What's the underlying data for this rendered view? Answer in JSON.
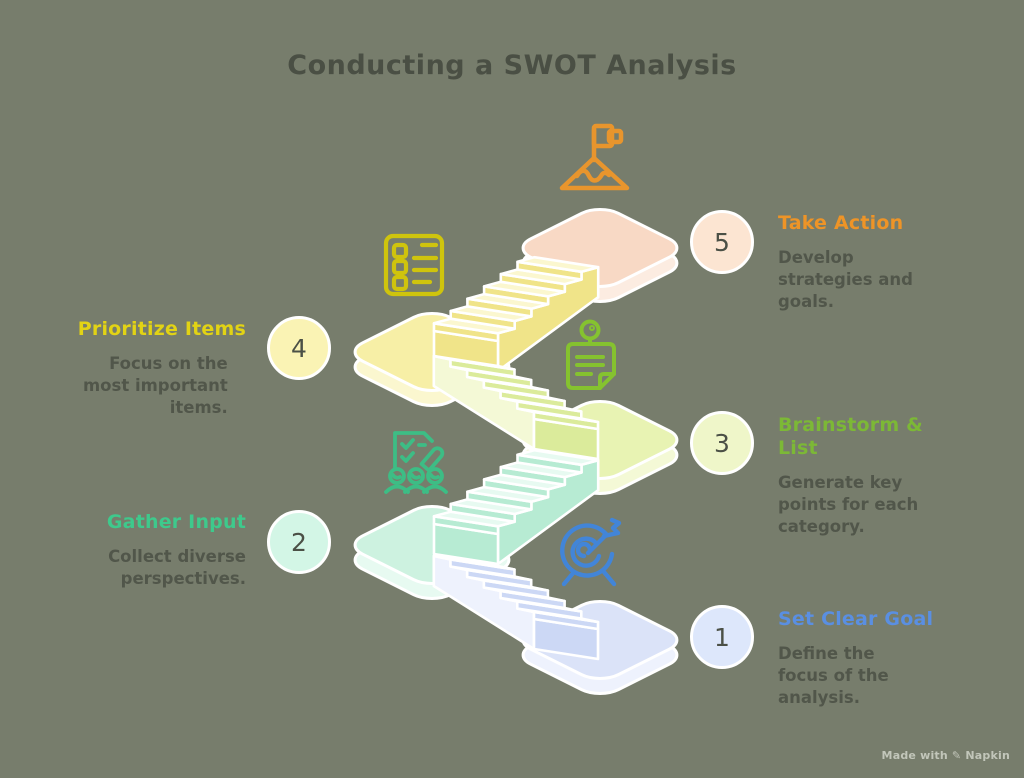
{
  "title": "Conducting a SWOT Analysis",
  "title_color": "#4a4f44",
  "text_color": "#51564a",
  "background": "#777d6c",
  "outline_color": "#ffffff",
  "watermark": "Made with ✎ Napkin",
  "steps": [
    {
      "number": "1",
      "heading": "Set Clear Goal",
      "description": "Define the focus of the analysis.",
      "accent": "#5a8fe2",
      "icon": "target-icon",
      "icon_color": "#4285d8",
      "circle_fill": "#dde7fb",
      "platform": {
        "top": "#dbe3f8",
        "light": "#eef2fd",
        "deep": "#ccd8f5"
      }
    },
    {
      "number": "2",
      "heading": "Gather Input",
      "description": "Collect diverse perspectives.",
      "accent": "#3ec98c",
      "icon": "team-icon",
      "icon_color": "#3dbd85",
      "circle_fill": "#d3f6e6",
      "platform": {
        "top": "#cdf2e0",
        "light": "#e7faf1",
        "deep": "#b7ebd3"
      }
    },
    {
      "number": "3",
      "heading": "Brainstorm & List",
      "description": "Generate key points for each category.",
      "accent": "#7cb836",
      "icon": "note-icon",
      "icon_color": "#85c22f",
      "circle_fill": "#eff6c9",
      "platform": {
        "top": "#e8f3b3",
        "light": "#f4f9d6",
        "deep": "#dbeb9b"
      }
    },
    {
      "number": "4",
      "heading": "Prioritize Items",
      "description": "Focus on the most important items.",
      "accent": "#e2d314",
      "icon": "list-icon",
      "icon_color": "#cfc40d",
      "circle_fill": "#faf3b4",
      "platform": {
        "top": "#f7efa6",
        "light": "#fbf7cf",
        "deep": "#f0e489"
      }
    },
    {
      "number": "5",
      "heading": "Take Action",
      "description": "Develop strategies and goals.",
      "accent": "#ee9427",
      "icon": "mountain-icon",
      "icon_color": "#e8952d",
      "circle_fill": "#fce5d2",
      "platform": {
        "top": "#f8d9c5",
        "light": "#fcece1",
        "deep": "#f3c9ad"
      }
    }
  ]
}
